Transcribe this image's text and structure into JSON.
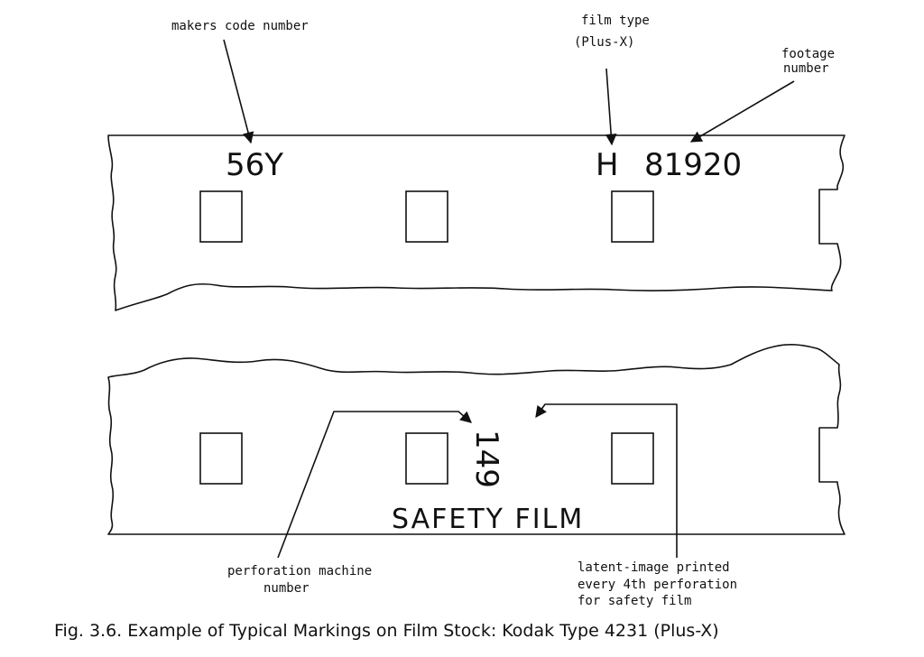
{
  "labels": {
    "makers_code": "makers code number",
    "film_type_line1": "film type",
    "film_type_line2": "(Plus-X)",
    "footage_line1": "footage",
    "footage_line2": "number",
    "perforation_line1": "perforation machine",
    "perforation_line2": "number",
    "latent_line1": "latent-image printed",
    "latent_line2": "every 4th perforation",
    "latent_line3": "for safety film"
  },
  "film_strip_1": {
    "makers_code_value": "56Y",
    "film_type_value": "H",
    "footage_value": "81920"
  },
  "film_strip_2": {
    "perforation_number": "149",
    "safety_text": "SAFETY FILM"
  },
  "caption": "Fig. 3.6.  Example of Typical Markings on Film Stock:  Kodak Type 4231 (Plus-X)"
}
